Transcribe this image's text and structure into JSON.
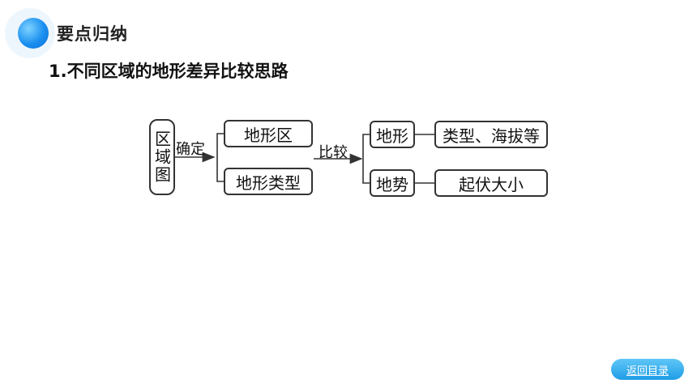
{
  "header": {
    "title": "要点归纳"
  },
  "content": {
    "subtitle": "1.不同区域的地形差异比较思路"
  },
  "diagram": {
    "source": "区域图",
    "edge_determine": "确定",
    "edge_compare": "比较",
    "targets": [
      "地形区",
      "地形类型"
    ],
    "aspects": [
      {
        "name": "地形",
        "detail": "类型、海拔等"
      },
      {
        "name": "地势",
        "detail": "起伏大小"
      }
    ]
  },
  "nav": {
    "back_label": "返回目录"
  }
}
